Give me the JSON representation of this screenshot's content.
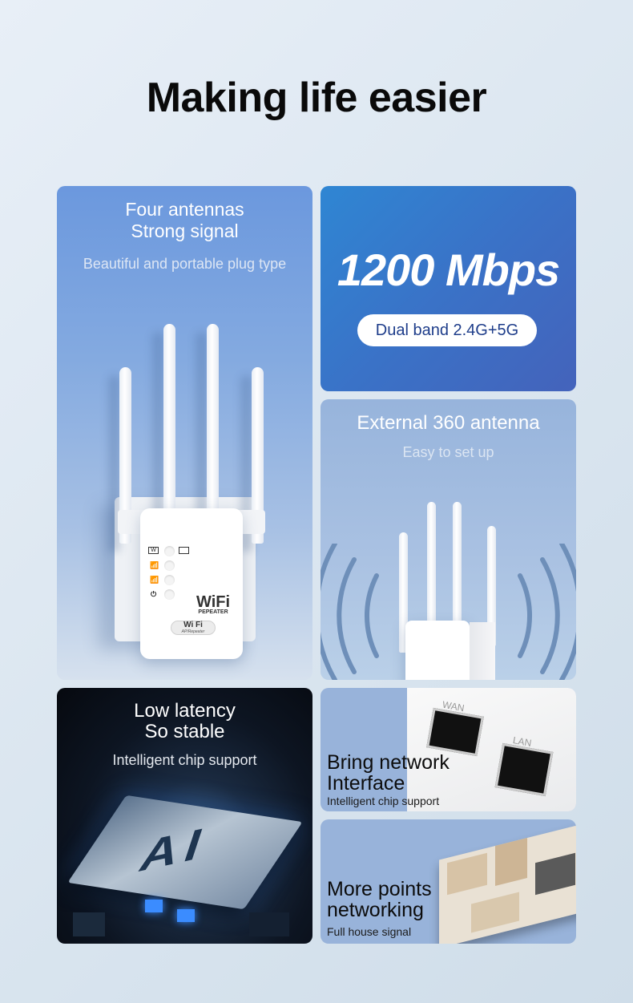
{
  "page": {
    "title": "Making life easier",
    "background_color": "#dbe6f0"
  },
  "cards": [
    {
      "id": "four-antennas",
      "title_lines": [
        "Four antennas",
        "Strong signal"
      ],
      "subtitle": "Beautiful and portable plug type",
      "image": "wifi-repeater-four-antennas",
      "device_labels": {
        "brand": "WiFi",
        "brand_sub": "PEPEATER",
        "badge": "Wi Fi",
        "badge_sub": "AP/Repeater"
      },
      "colors": {
        "top": "#6b98de",
        "bottom": "#d6e1ee"
      }
    },
    {
      "id": "speed",
      "headline": "1200 Mbps",
      "pill": "Dual band 2.4G+5G",
      "colors": {
        "start": "#2f86d3",
        "end": "#4463bb",
        "pill_text": "#1e3d8a"
      }
    },
    {
      "id": "external-antenna",
      "title": "External 360 antenna",
      "subtitle": "Easy to set up",
      "image": "repeater-with-signal-waves",
      "colors": {
        "background": "#a9c1e2",
        "waves": "#6e8fb9"
      }
    },
    {
      "id": "low-latency",
      "title_lines": [
        "Low latency",
        "So stable"
      ],
      "subtitle": "Intelligent chip support",
      "image": "ai-chip-circuit-board",
      "chip_label": "AI"
    },
    {
      "id": "network-interface",
      "title_lines": [
        "Bring network",
        "Interface"
      ],
      "subtitle": "Intelligent chip support",
      "image": "ethernet-ports",
      "port_labels": [
        "WAN",
        "LAN"
      ]
    },
    {
      "id": "more-points",
      "title_lines": [
        "More points",
        "networking"
      ],
      "subtitle": "Full house signal",
      "image": "3d-house-floorplan"
    }
  ]
}
